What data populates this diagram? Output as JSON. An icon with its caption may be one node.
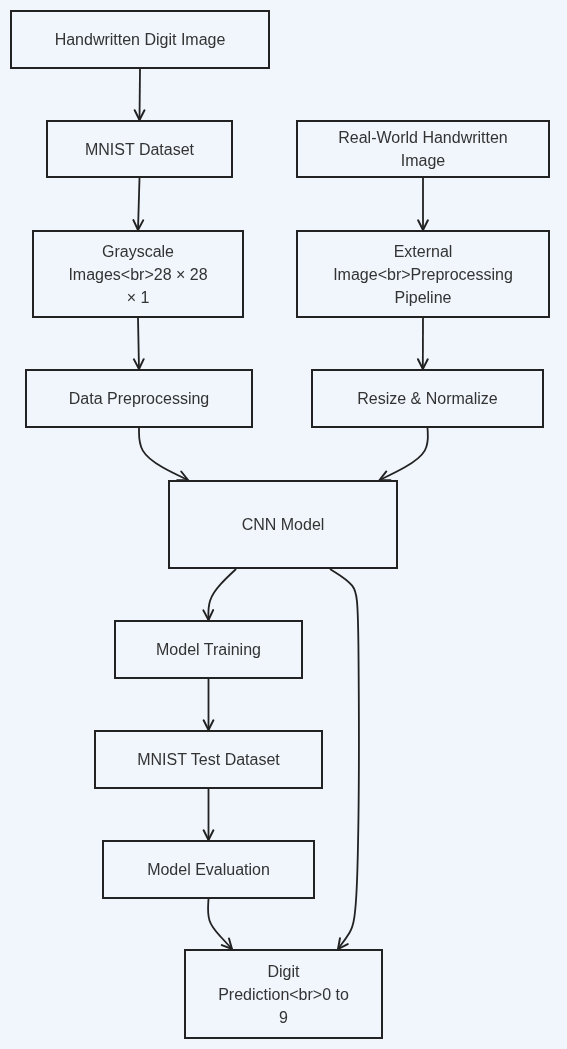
{
  "diagram": {
    "nodes": [
      {
        "text": [
          "Handwritten Digit Image"
        ]
      },
      {
        "text": [
          "MNIST Dataset"
        ]
      },
      {
        "text": [
          "Real-World Handwritten Image"
        ]
      },
      {
        "text": [
          "Grayscale Images<br>28 × 28 × 1"
        ]
      },
      {
        "text": [
          "External Image<br>Preprocessing Pipeline"
        ]
      },
      {
        "text": [
          "Data Preprocessing"
        ]
      },
      {
        "text": [
          "Resize & Normalize"
        ]
      },
      {
        "text": [
          "CNN Model"
        ]
      },
      {
        "text": [
          "Model Training"
        ]
      },
      {
        "text": [
          "MNIST Test Dataset"
        ]
      },
      {
        "text": [
          "Model Evaluation"
        ]
      },
      {
        "text": [
          "Digit Prediction<br>0 to 9"
        ]
      }
    ],
    "edges": [
      {
        "from": 0,
        "to": 1,
        "arrow": "to"
      },
      {
        "from": 1,
        "to": 3,
        "arrow": "to"
      },
      {
        "from": 2,
        "to": 4,
        "arrow": "to"
      },
      {
        "from": 3,
        "to": 5,
        "arrow": "to"
      },
      {
        "from": 4,
        "to": 6,
        "arrow": "to"
      },
      {
        "from": 5,
        "to": 7,
        "arrow": "to"
      },
      {
        "from": 6,
        "to": 7,
        "arrow": "to"
      },
      {
        "from": 7,
        "to": 8,
        "arrow": "to"
      },
      {
        "from": 7,
        "to": 11,
        "arrow": "to"
      },
      {
        "from": 8,
        "to": 9,
        "arrow": "to"
      },
      {
        "from": 9,
        "to": 10,
        "arrow": "to"
      },
      {
        "from": 10,
        "to": 11,
        "arrow": "to"
      }
    ]
  }
}
